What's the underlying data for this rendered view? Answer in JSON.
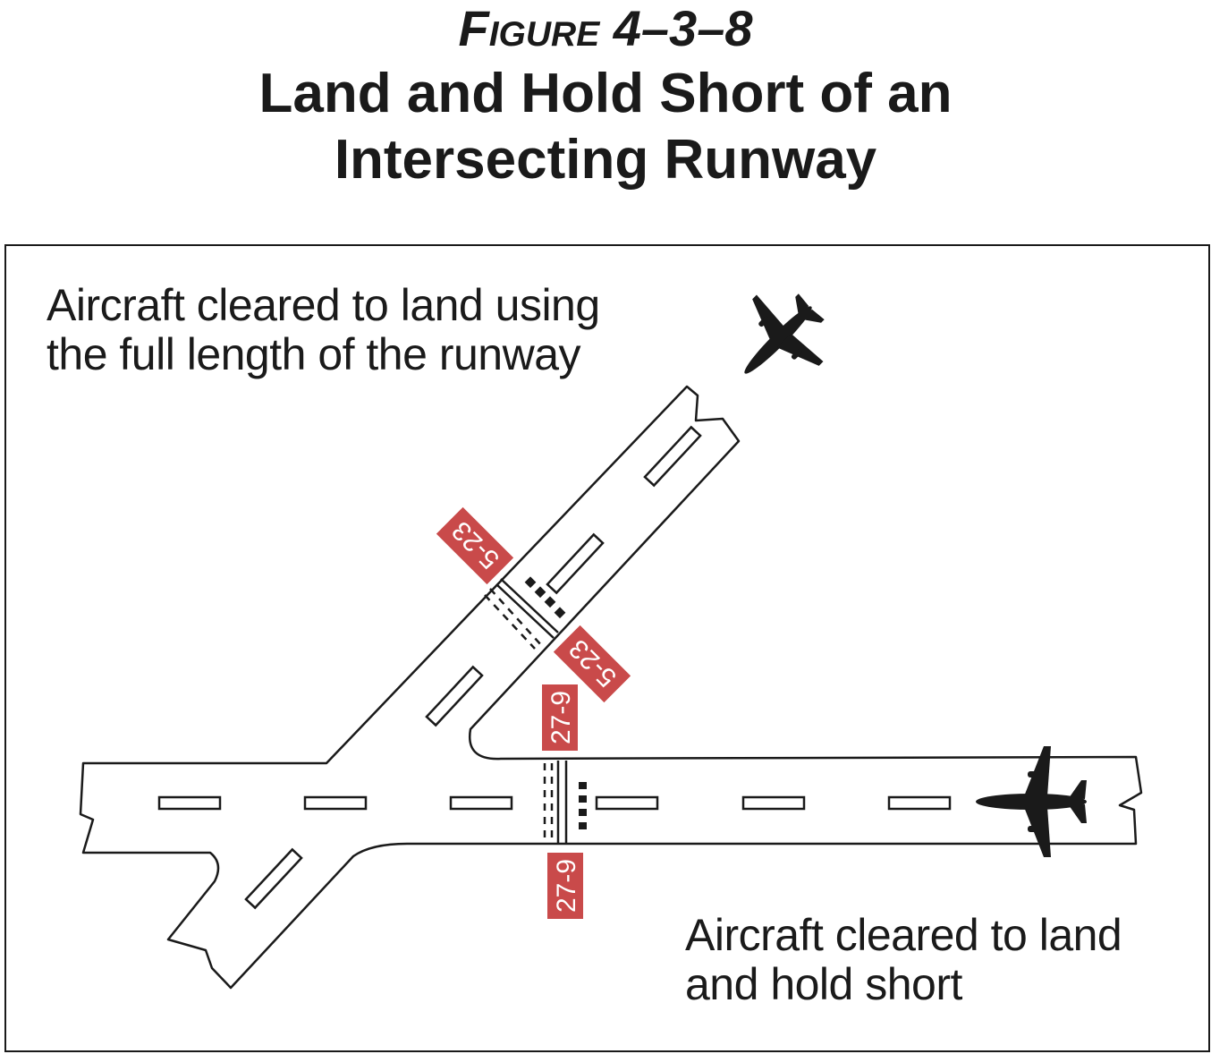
{
  "figure": {
    "number": "Figure 4–3–8",
    "title_line1": "Land and Hold Short of an",
    "title_line2": "Intersecting Runway"
  },
  "labels": {
    "full_length": [
      "Aircraft cleared to land using",
      "the full length of the runway"
    ],
    "hold_short": [
      "Aircraft cleared to land",
      "and hold short"
    ]
  },
  "signs": {
    "diagonal_runway": "5-23",
    "horizontal_runway": "27-9"
  },
  "colors": {
    "sign": "#c94a4a",
    "ink": "#1a1a1a"
  }
}
